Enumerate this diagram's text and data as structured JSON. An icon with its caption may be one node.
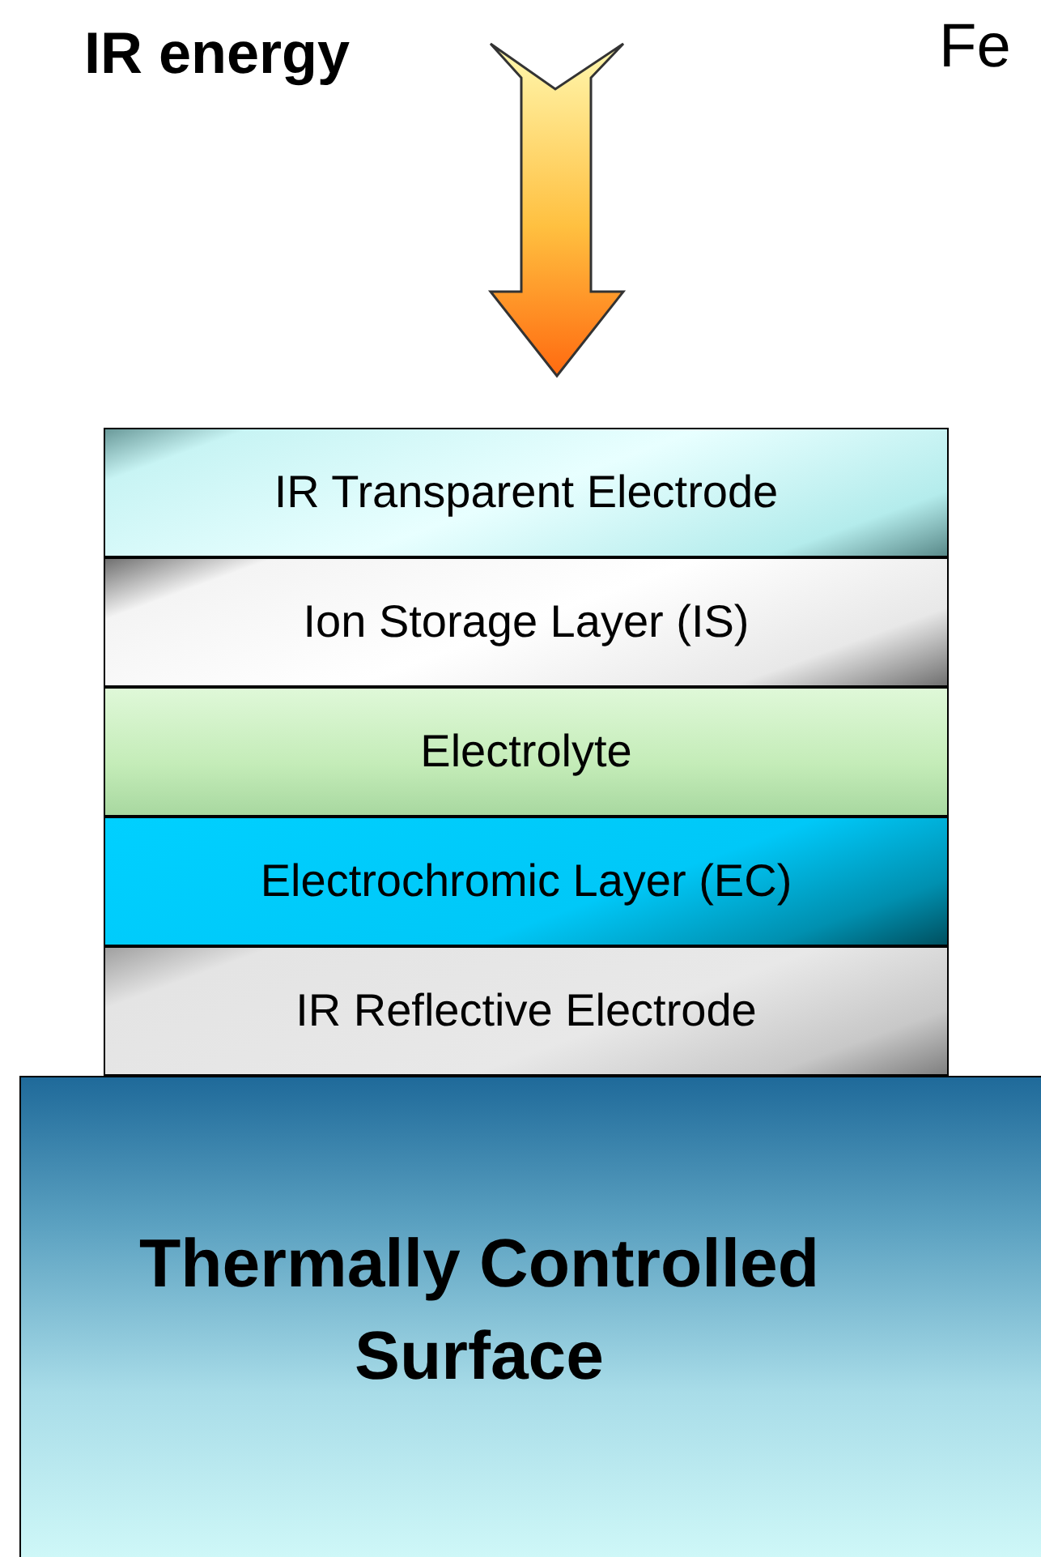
{
  "diagram": {
    "nodes": [
      {
        "text": [
          "IR Transparent Electrode"
        ]
      },
      {
        "text": [
          "Ion Storage Layer (IS)"
        ]
      },
      {
        "text": [
          "Electrolyte"
        ]
      },
      {
        "text": [
          "Electrochromic Layer (EC)"
        ]
      },
      {
        "text": [
          "IR Reflective Electrode"
        ]
      },
      {
        "text": [
          "Thermally Controlled Surface"
        ]
      }
    ],
    "labels": [
      "IR energy",
      "Fe"
    ]
  }
}
